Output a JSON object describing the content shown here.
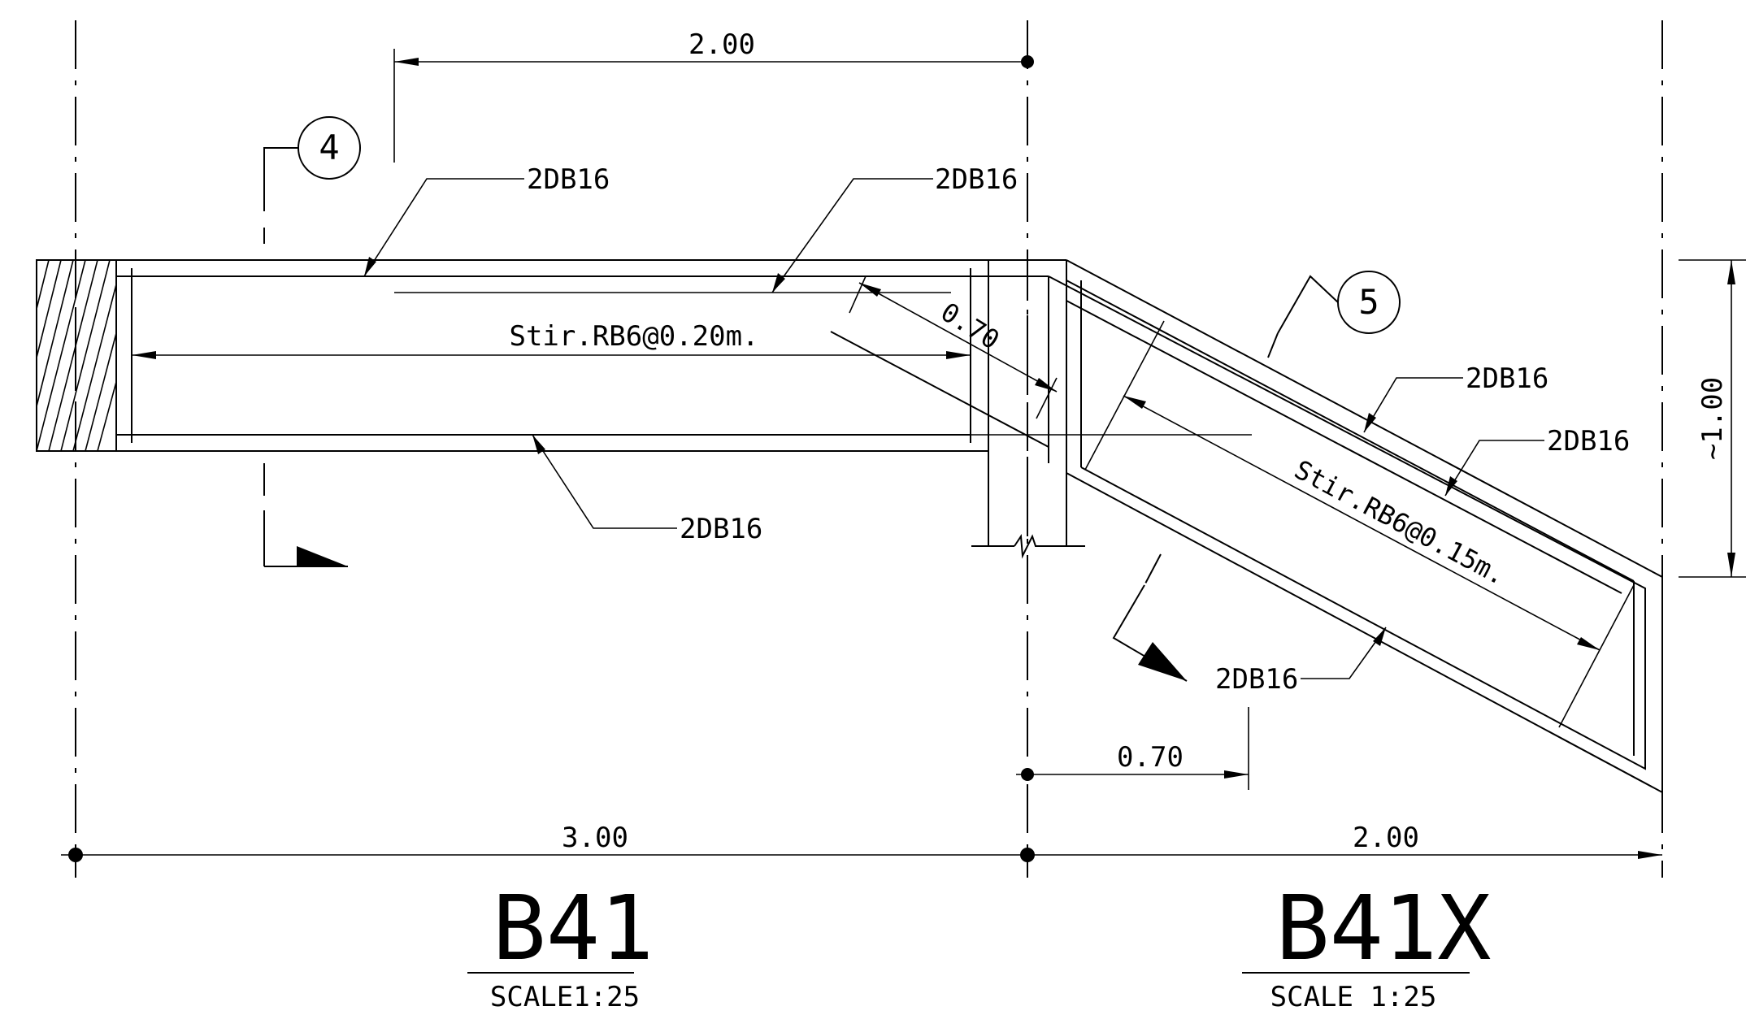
{
  "drawing": {
    "dims": {
      "top_span": "2.00",
      "left_span": "3.00",
      "right_span": "2.00",
      "offset": "0.70",
      "diag_depth": "0.70",
      "height": "~1.00"
    },
    "rebar": {
      "top_bar_1": "2DB16",
      "top_bar_2": "2DB16",
      "bottom_bar": "2DB16",
      "slope_bar_1": "2DB16",
      "slope_bar_2": "2DB16",
      "slope_bottom_bar": "2DB16"
    },
    "stirrups": {
      "b41": "Stir.RB6@0.20m.",
      "b41x": "Stir.RB6@0.15m."
    },
    "sections": {
      "sec_a": "4",
      "sec_b": "5"
    },
    "titles": {
      "b41_name": "B41",
      "b41_scale": "SCALE1:25",
      "b41x_name": "B41X",
      "b41x_scale": "SCALE 1:25"
    }
  }
}
